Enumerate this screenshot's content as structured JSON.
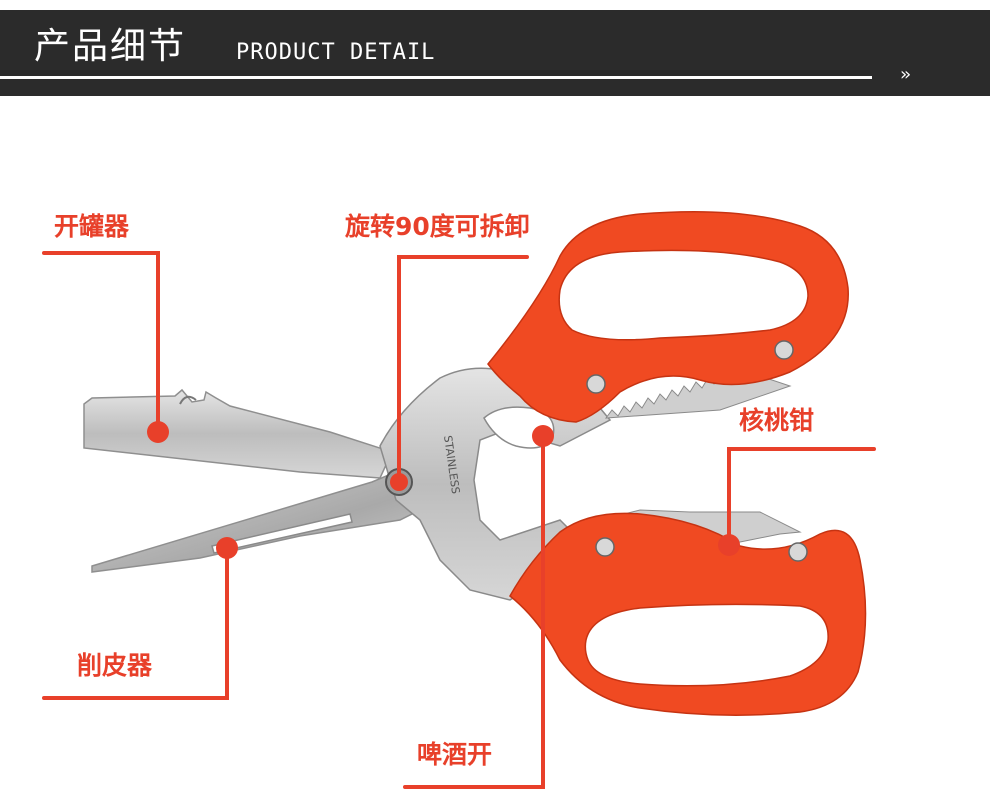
{
  "header": {
    "title_cn": "产品细节",
    "title_en": "PRODUCT DETAIL",
    "chevron": "»"
  },
  "product": {
    "stamp": "STAINLESS"
  },
  "callouts": {
    "can_opener": "开罐器",
    "rotate_detach": "旋转90度可拆卸",
    "walnut_cracker": "核桃钳",
    "peeler": "削皮器",
    "bottle_opener": "啤酒开"
  },
  "colors": {
    "accent": "#e8402a",
    "handle": "#f04a22",
    "banner": "#2b2b2b",
    "blade": "#c9c9c9"
  }
}
